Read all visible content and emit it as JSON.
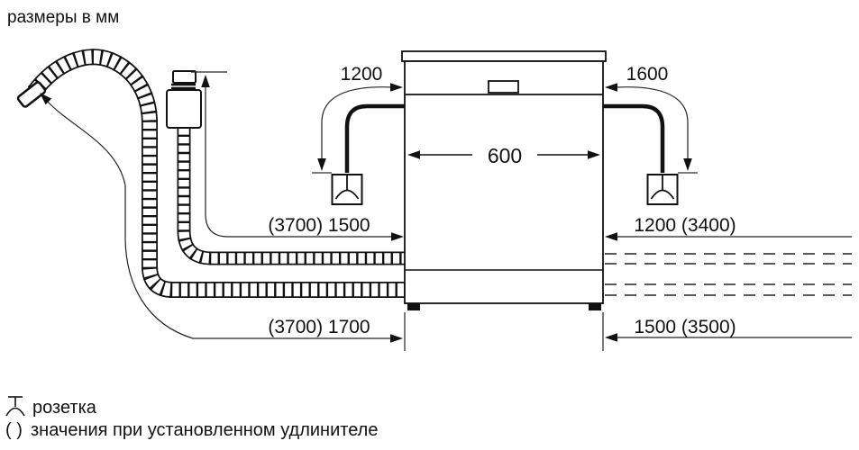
{
  "title": "размеры в мм",
  "dimensions": {
    "cord_left": "1200",
    "cord_right": "1600",
    "appliance_width": "600",
    "supply_hose": "(3700) 1500",
    "drain_right": "1200 (3400)",
    "drain_hose": "(3700) 1700",
    "bottom_right": "1500 (3500)"
  },
  "legend": {
    "socket_label": "розетка",
    "values_key": "( )",
    "values_label": "значения при установленном удлинителе"
  },
  "colors": {
    "line": "#111111",
    "background": "#ffffff"
  }
}
